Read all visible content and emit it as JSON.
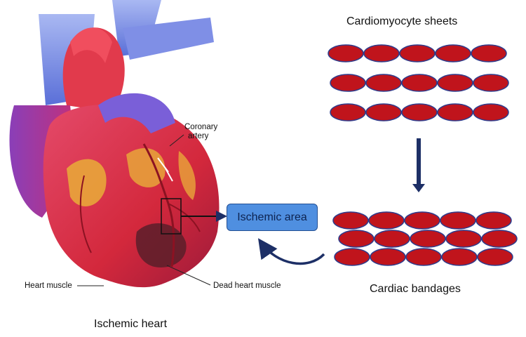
{
  "labels": {
    "sheets_title": "Cardiomyocyte sheets",
    "bandages_title": "Cardiac bandages",
    "heart_title": "Ischemic heart",
    "ischemic_area": "Ischemic area",
    "coronary_line1": "Coronary",
    "coronary_line2": "artery",
    "heart_muscle": "Heart muscle",
    "dead_heart_muscle": "Dead heart muscle"
  },
  "sheets": {
    "rows": 3,
    "cells_per_row": 5
  },
  "bandages": {
    "rows": 3,
    "cells_per_row": 5
  },
  "colors": {
    "cell_fill": "#c0141c",
    "cell_stroke": "#2f3c8c",
    "arrow": "#1d2f66",
    "box_fill": "#4f8fe0",
    "heart_red": "#d3283c",
    "vessel_blue": "#6d7fe0",
    "fat_yellow": "#e8a63a"
  }
}
